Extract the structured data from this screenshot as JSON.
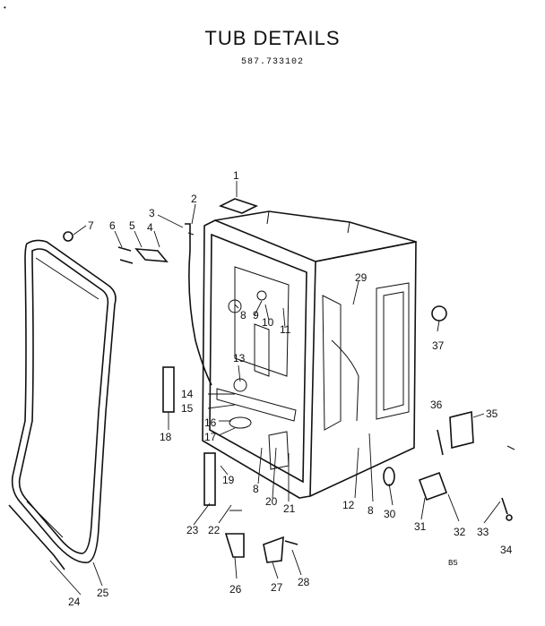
{
  "diagram": {
    "title": "TUB DETAILS",
    "model_number": "587.733102",
    "page_code": "B5",
    "corner_mark": "•"
  },
  "callouts": [
    {
      "id": "c1",
      "text": "1"
    },
    {
      "id": "c2",
      "text": "2"
    },
    {
      "id": "c3",
      "text": "3"
    },
    {
      "id": "c4",
      "text": "4"
    },
    {
      "id": "c5",
      "text": "5"
    },
    {
      "id": "c6",
      "text": "6"
    },
    {
      "id": "c7",
      "text": "7"
    },
    {
      "id": "c8a",
      "text": "8"
    },
    {
      "id": "c9",
      "text": "9"
    },
    {
      "id": "c10",
      "text": "10"
    },
    {
      "id": "c11",
      "text": "11"
    },
    {
      "id": "c12",
      "text": "12"
    },
    {
      "id": "c13",
      "text": "13"
    },
    {
      "id": "c14",
      "text": "14"
    },
    {
      "id": "c15",
      "text": "15"
    },
    {
      "id": "c16",
      "text": "16"
    },
    {
      "id": "c17",
      "text": "17"
    },
    {
      "id": "c18",
      "text": "18"
    },
    {
      "id": "c19",
      "text": "19"
    },
    {
      "id": "c20",
      "text": "20"
    },
    {
      "id": "c21",
      "text": "21"
    },
    {
      "id": "c22",
      "text": "22"
    },
    {
      "id": "c23",
      "text": "23"
    },
    {
      "id": "c24",
      "text": "24"
    },
    {
      "id": "c25",
      "text": "25"
    },
    {
      "id": "c26",
      "text": "26"
    },
    {
      "id": "c27",
      "text": "27"
    },
    {
      "id": "c28",
      "text": "28"
    },
    {
      "id": "c29",
      "text": "29"
    },
    {
      "id": "c30",
      "text": "30"
    },
    {
      "id": "c31",
      "text": "31"
    },
    {
      "id": "c32",
      "text": "32"
    },
    {
      "id": "c33",
      "text": "33"
    },
    {
      "id": "c34",
      "text": "34"
    },
    {
      "id": "c35",
      "text": "35"
    },
    {
      "id": "c36",
      "text": "36"
    },
    {
      "id": "c37",
      "text": "37"
    },
    {
      "id": "c8b",
      "text": "8"
    },
    {
      "id": "c8c",
      "text": "8"
    }
  ]
}
